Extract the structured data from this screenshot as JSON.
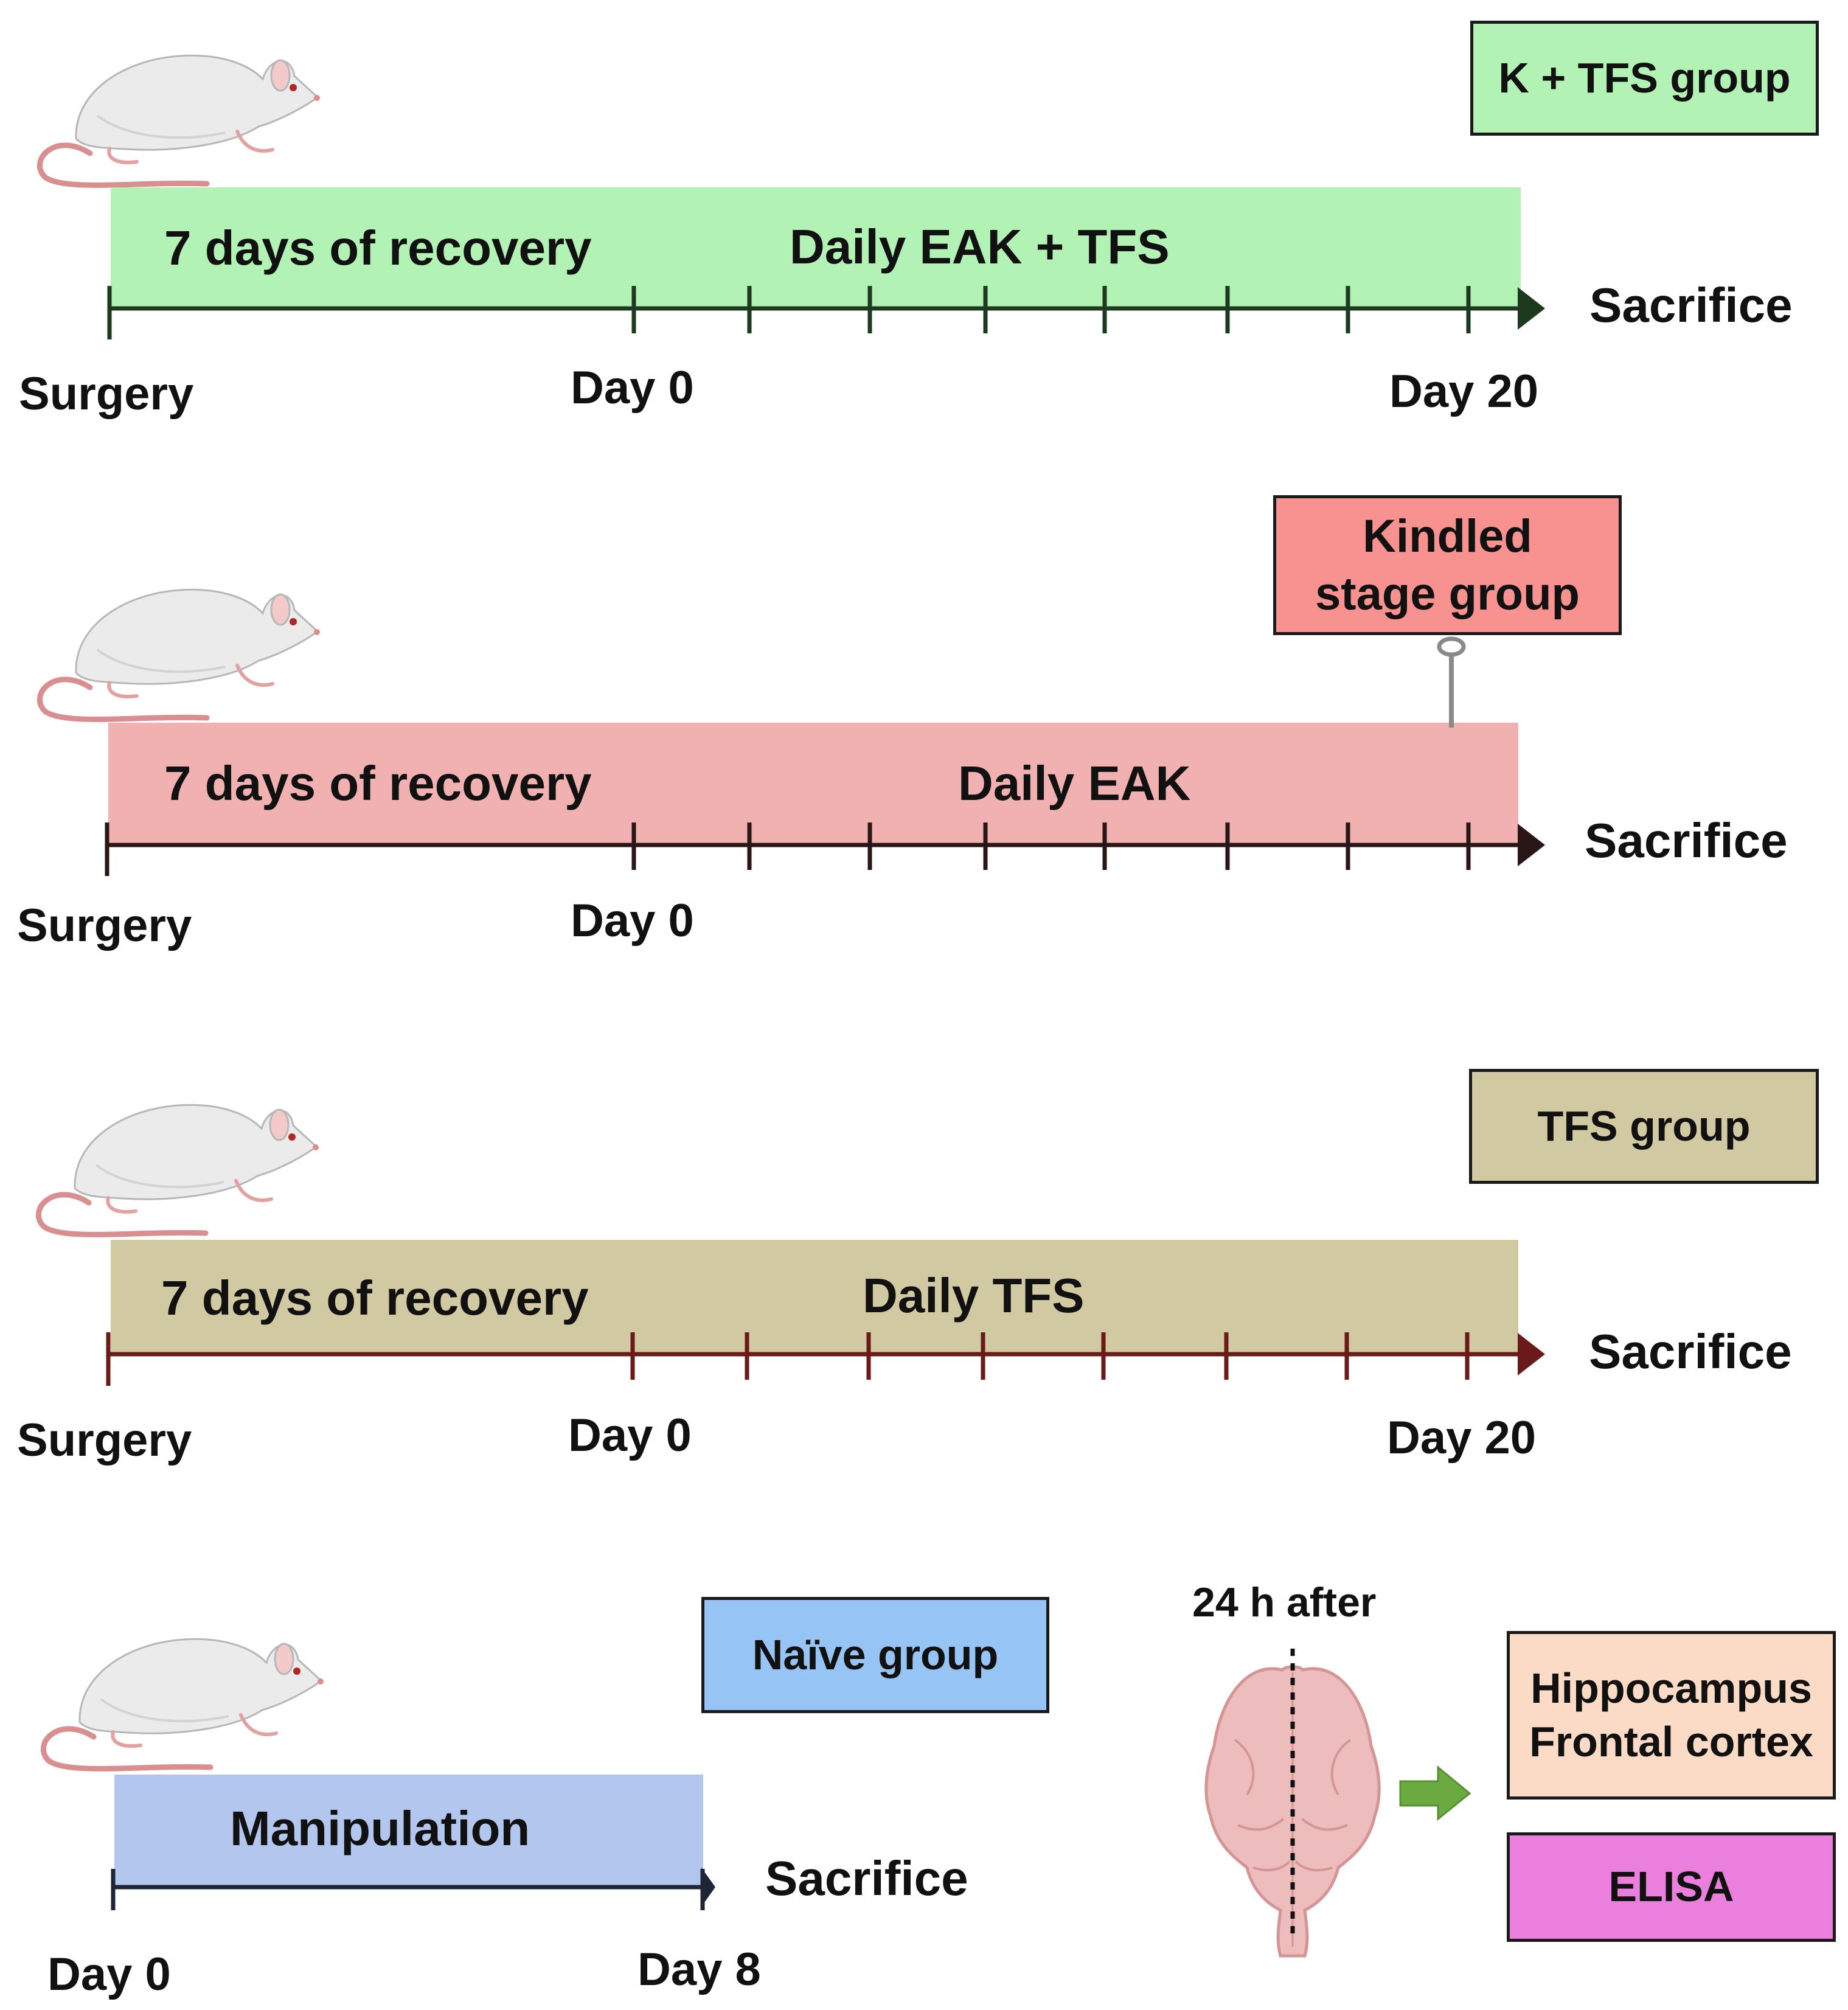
{
  "colors": {
    "green_band": "#b3f2b5",
    "green_axis": "#1d3a1f",
    "pink_band": "#f2b1b1",
    "pink_axis": "#2a1616",
    "kindled_box": "#f79290",
    "khaki_band": "#d1c9a1",
    "maroon_axis": "#6b1a1a",
    "naive_box": "#95c4f5",
    "lavender_band": "#b3c6ee",
    "navy_axis": "#1d2536",
    "peach_box": "#fbdbc5",
    "magenta_box": "#eb7fde",
    "brain": "#edbcbc",
    "arrow_green": "#6aaa40"
  },
  "icons": [
    "rat-icon",
    "brain-icon",
    "right-arrow-icon",
    "pin-marker-icon"
  ],
  "timelines": [
    {
      "group_label": "K + TFS group",
      "band_left_text": "7 days of recovery",
      "band_right_text": "Daily EAK + TFS",
      "end_label": "Sacrifice",
      "start_label": "Surgery",
      "day0_label": "Day 0",
      "last_label": "Day 20"
    },
    {
      "group_label_line1": "Kindled",
      "group_label_line2": "stage group",
      "band_left_text": "7 days of recovery",
      "band_right_text": "Daily EAK",
      "end_label": "Sacrifice",
      "start_label": "Surgery",
      "day0_label": "Day 0"
    },
    {
      "group_label": "TFS group",
      "band_left_text": "7 days of recovery",
      "band_right_text": "Daily TFS",
      "end_label": "Sacrifice",
      "start_label": "Surgery",
      "day0_label": "Day 0",
      "last_label": "Day 20"
    },
    {
      "group_label": "Naïve group",
      "band_text": "Manipulation",
      "end_label": "Sacrifice",
      "start_label": "Day 0",
      "last_label": "Day 8"
    }
  ],
  "analysis": {
    "time_label": "24 h after",
    "tissue_line1": "Hippocampus",
    "tissue_line2": "Frontal cortex",
    "assay_label": "ELISA"
  }
}
